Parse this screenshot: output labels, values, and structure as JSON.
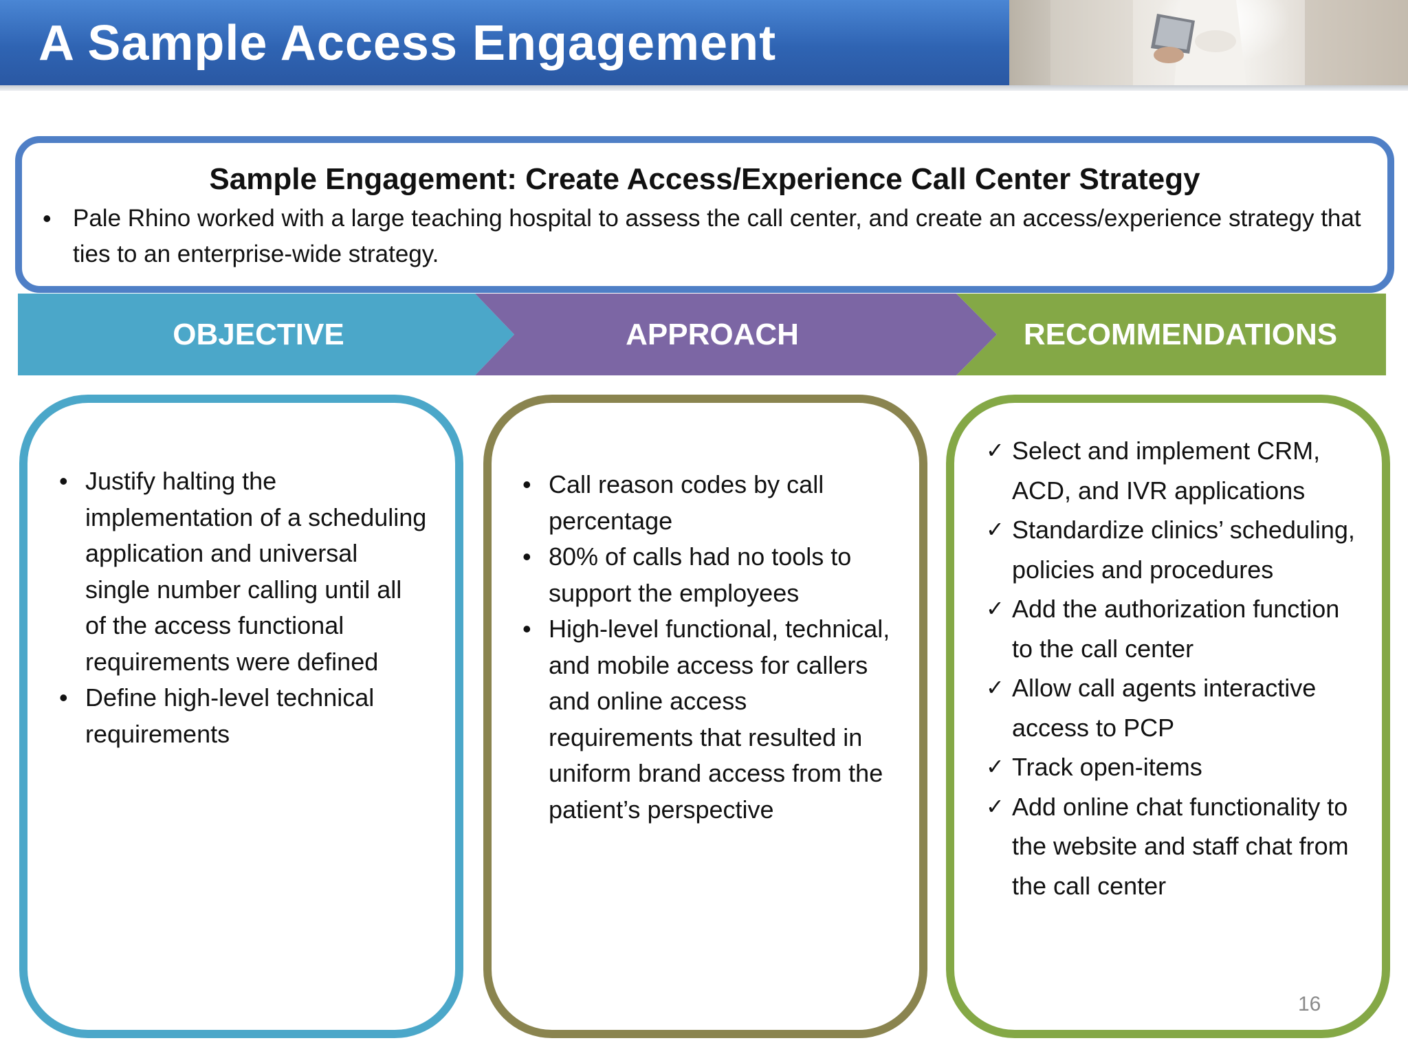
{
  "header": {
    "title": "A Sample Access Engagement"
  },
  "summary": {
    "title": "Sample Engagement: Create Access/Experience Call Center Strategy",
    "bullet": "•",
    "text": "Pale Rhino worked with a large teaching hospital to assess the call center, and create an access/experience strategy that ties to an enterprise-wide strategy."
  },
  "banner": {
    "objective": "OBJECTIVE",
    "approach": "APPROACH",
    "recommendations": "RECOMMENDATIONS"
  },
  "objective": {
    "items": [
      "Justify halting the implementation of a scheduling application and universal single number calling until all of the access functional requirements were defined",
      "Define high-level technical requirements"
    ]
  },
  "approach": {
    "items": [
      "Call reason codes by call percentage",
      "80% of calls had no tools to support the employees",
      "High-level functional, technical, and mobile access for callers and online access requirements that resulted in uniform brand access from the patient’s perspective"
    ]
  },
  "recommendations": {
    "items": [
      "Select and implement CRM, ACD, and IVR applications",
      "Standardize clinics’ scheduling, policies and procedures",
      "Add the authorization function to the call center",
      "Allow call agents interactive access to PCP",
      "Track open-items",
      "Add online chat functionality to the website and staff chat from the call center"
    ]
  },
  "symbols": {
    "bullet": "•",
    "check": "✓"
  },
  "colors": {
    "header_blue": "#2f64b3",
    "summary_border": "#4f7fc6",
    "objective": "#4ba7c9",
    "approach": "#7c66a4",
    "approach_border": "#8a844f",
    "recommendations": "#84a846"
  },
  "page_number": "16"
}
